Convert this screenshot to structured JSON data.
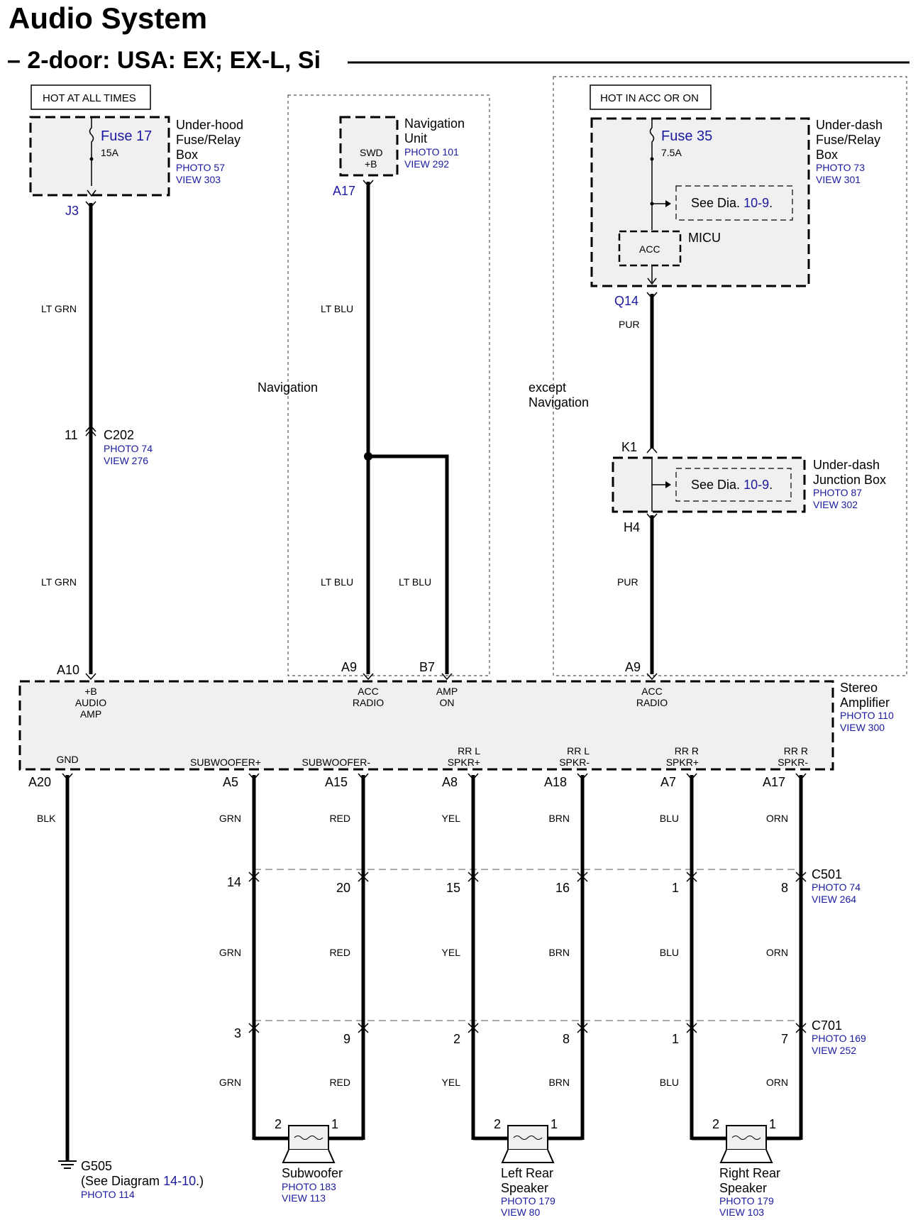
{
  "title": "Audio System",
  "subtitle": "– 2-door: USA: EX; EX-L, Si",
  "sources": {
    "hot_at_all_times": "HOT AT ALL TIMES",
    "hot_in_acc_or_on": "HOT IN ACC OR ON"
  },
  "underhood": {
    "name_l1": "Under-hood",
    "name_l2": "Fuse/Relay",
    "name_l3": "Box",
    "photo": "PHOTO 57",
    "view": "VIEW 303",
    "fuse": "Fuse 17",
    "amps": "15A",
    "terminal": "J3"
  },
  "navunit": {
    "name_l1": "Navigation",
    "name_l2": "Unit",
    "photo": "PHOTO 101",
    "view": "VIEW 292",
    "pin_l1": "SWD",
    "pin_l2": "+B",
    "terminal": "A17"
  },
  "underdash": {
    "name_l1": "Under-dash",
    "name_l2": "Fuse/Relay",
    "name_l3": "Box",
    "photo": "PHOTO 73",
    "view": "VIEW 301",
    "fuse": "Fuse 35",
    "amps": "7.5A",
    "see": "See",
    "dia": "Dia.",
    "dia_num": "10-9",
    "dot": ".",
    "micu": "MICU",
    "acc": "ACC",
    "terminal": "Q14"
  },
  "junction": {
    "name_l1": "Under-dash",
    "name_l2": "Junction Box",
    "photo": "PHOTO 87",
    "view": "VIEW 302",
    "see": "See",
    "dia": "Dia.",
    "dia_num": "10-9",
    "dot": ".",
    "in": "K1",
    "out": "H4"
  },
  "c202": {
    "name": "C202",
    "pin": "11",
    "photo": "PHOTO 74",
    "view": "VIEW 276"
  },
  "regions": {
    "nav": "Navigation",
    "except_l1": "except",
    "except_l2": "Navigation"
  },
  "wires_top": {
    "lt_grn": "LT GRN",
    "lt_blu": "LT BLU",
    "pur": "PUR"
  },
  "amplifier": {
    "name_l1": "Stereo",
    "name_l2": "Amplifier",
    "photo": "PHOTO 110",
    "view": "VIEW 300",
    "top_pins": [
      {
        "term": "A10",
        "l1": "+B",
        "l2": "AUDIO",
        "l3": "AMP"
      },
      {
        "term": "A9",
        "l1": "ACC",
        "l2": "RADIO",
        "l3": ""
      },
      {
        "term": "B7",
        "l1": "AMP",
        "l2": "ON",
        "l3": ""
      },
      {
        "term": "A9",
        "l1": "ACC",
        "l2": "RADIO",
        "l3": ""
      }
    ],
    "gnd": {
      "term": "A20",
      "label": "GND",
      "wire": "BLK"
    },
    "bottom_pins": [
      {
        "term": "A5",
        "l1": "",
        "l2": "SUBWOOFER+",
        "wire": "GRN",
        "c501": "14",
        "c701": "3"
      },
      {
        "term": "A15",
        "l1": "",
        "l2": "SUBWOOFER-",
        "wire": "RED",
        "c501": "20",
        "c701": "9"
      },
      {
        "term": "A8",
        "l1": "RR L",
        "l2": "SPKR+",
        "wire": "YEL",
        "c501": "15",
        "c701": "2"
      },
      {
        "term": "A18",
        "l1": "RR L",
        "l2": "SPKR-",
        "wire": "BRN",
        "c501": "16",
        "c701": "8"
      },
      {
        "term": "A7",
        "l1": "RR R",
        "l2": "SPKR+",
        "wire": "BLU",
        "c501": "1",
        "c701": "1"
      },
      {
        "term": "A17",
        "l1": "RR R",
        "l2": "SPKR-",
        "wire": "ORN",
        "c501": "8",
        "c701": "7"
      }
    ]
  },
  "c501": {
    "name": "C501",
    "photo": "PHOTO 74",
    "view": "VIEW 264"
  },
  "c701": {
    "name": "C701",
    "photo": "PHOTO 169",
    "view": "VIEW 252"
  },
  "speakers": [
    {
      "l1": "Subwoofer",
      "l2": "",
      "photo": "PHOTO 183",
      "view": "VIEW 113",
      "pin_a": "2",
      "pin_b": "1"
    },
    {
      "l1": "Left Rear",
      "l2": "Speaker",
      "photo": "PHOTO 179",
      "view": "VIEW 80",
      "pin_a": "2",
      "pin_b": "1"
    },
    {
      "l1": "Right Rear",
      "l2": "Speaker",
      "photo": "PHOTO 179",
      "view": "VIEW 103",
      "pin_a": "2",
      "pin_b": "1"
    }
  ],
  "ground": {
    "name": "G505",
    "see": "(See Diagram",
    "dia_num": "14-10",
    "close": ".)",
    "photo": "PHOTO 114"
  }
}
